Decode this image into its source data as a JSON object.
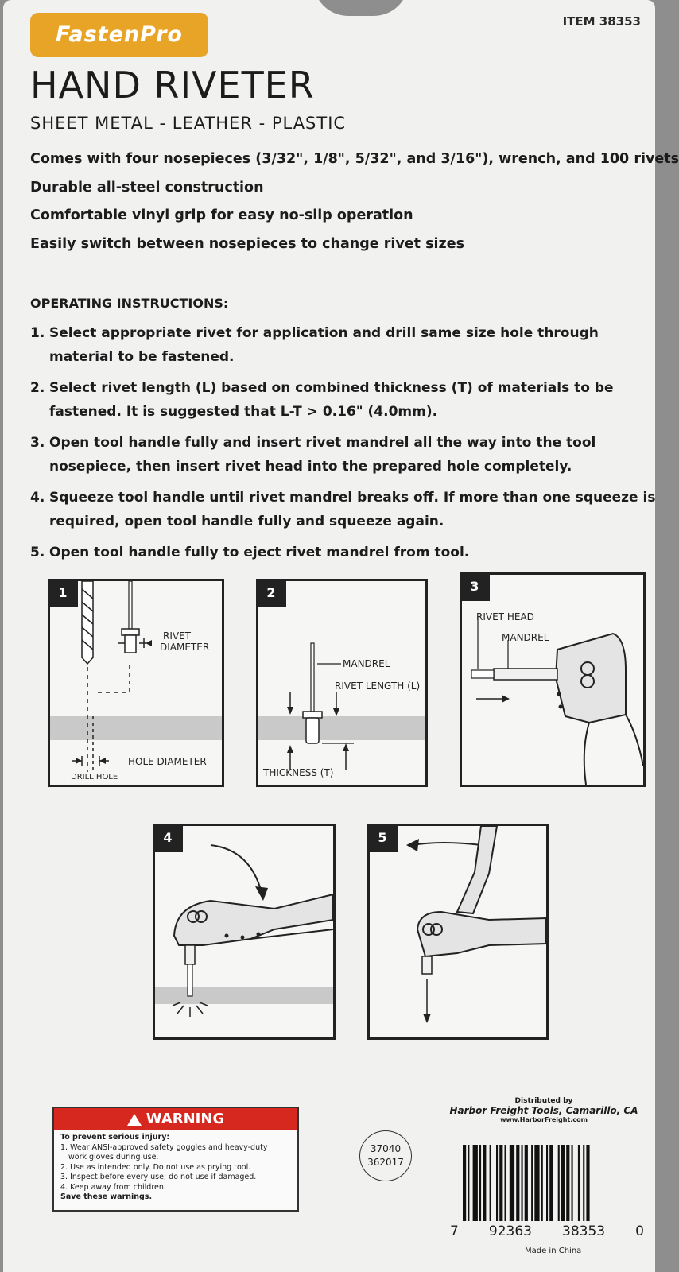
{
  "header": {
    "brand": "FastenPro",
    "item_number": "ITEM 38353",
    "title": "HAND RIVETER",
    "subtitle": "SHEET METAL - LEATHER - PLASTIC"
  },
  "features": [
    "Comes with four nosepieces (3/32\", 1/8\", 5/32\", and 3/16\"), wrench, and 100 rivets",
    "Durable all-steel construction",
    "Comfortable vinyl grip for easy no-slip operation",
    "Easily switch between nosepieces to change rivet sizes"
  ],
  "instructions": {
    "heading": "OPERATING INSTRUCTIONS:",
    "steps": [
      {
        "n": "1.",
        "text": "Select appropriate rivet for application and drill same size hole through material to be fastened."
      },
      {
        "n": "2.",
        "text": "Select rivet length (L) based on combined thickness (T) of materials to be fastened. It is suggested that L-T > 0.16\" (4.0mm)."
      },
      {
        "n": "3.",
        "text": "Open tool handle fully and insert rivet mandrel all the way into the tool nosepiece, then insert rivet head into the prepared hole completely."
      },
      {
        "n": "4.",
        "text": "Squeeze tool handle until rivet mandrel breaks off. If more than one squeeze is required, open tool handle fully and squeeze again."
      },
      {
        "n": "5.",
        "text": "Open tool handle fully to eject rivet mandrel from tool."
      }
    ]
  },
  "diagrams": {
    "p1": {
      "num": "1",
      "rivet_diameter_1": "RIVET",
      "rivet_diameter_2": "DIAMETER",
      "hole_diameter": "HOLE DIAMETER",
      "drill_hole": "DRILL HOLE"
    },
    "p2": {
      "num": "2",
      "mandrel": "MANDREL",
      "rivet_length": "RIVET LENGTH (L)",
      "thickness": "THICKNESS (T)"
    },
    "p3": {
      "num": "3",
      "rivet_head": "RIVET HEAD",
      "mandrel": "MANDREL"
    },
    "p4": {
      "num": "4"
    },
    "p5": {
      "num": "5"
    }
  },
  "warning": {
    "title": "WARNING",
    "intro": "To prevent serious injury:",
    "items": [
      "1. Wear ANSI-approved safety goggles and heavy-duty",
      "work gloves during use.",
      "2. Use as intended only. Do not use as prying tool.",
      "3. Inspect before every use; do not use if damaged.",
      "4. Keep away from children."
    ],
    "footer": "Save these warnings."
  },
  "codes": {
    "line1": "37040",
    "line2": "362017"
  },
  "distributor": {
    "label": "Distributed by",
    "name": "Harbor Freight Tools, Camarillo, CA",
    "url": "www.HarborFreight.com"
  },
  "barcode": {
    "d1": "7",
    "d2": "92363",
    "d3": "38353",
    "d4": "0"
  },
  "origin": "Made in China"
}
